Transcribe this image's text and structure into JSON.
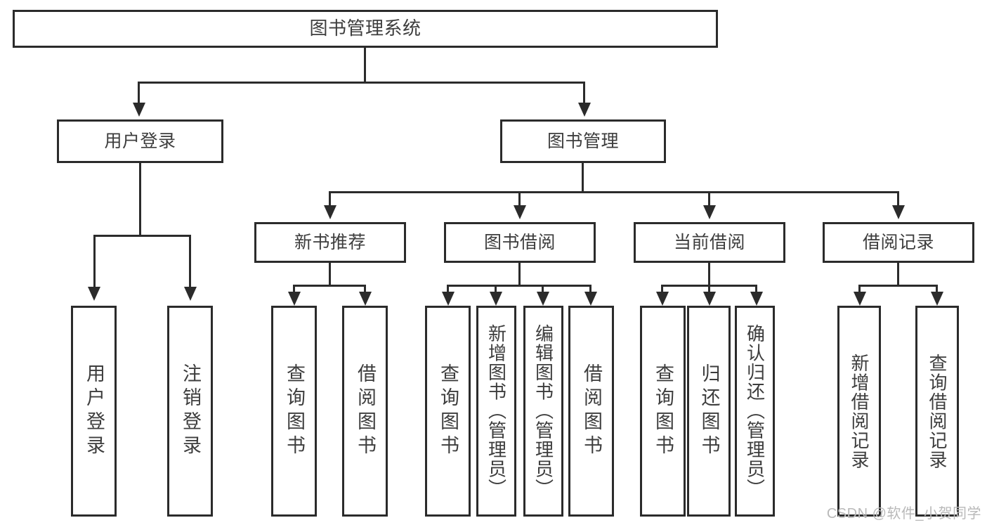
{
  "diagram": {
    "title": "图书管理系统",
    "type": "tree-hierarchy",
    "root": {
      "label": "图书管理系统"
    },
    "level2": [
      {
        "label": "用户登录"
      },
      {
        "label": "图书管理"
      }
    ],
    "level3": [
      {
        "label": "新书推荐"
      },
      {
        "label": "图书借阅"
      },
      {
        "label": "当前借阅"
      },
      {
        "label": "借阅记录"
      }
    ],
    "leaves": {
      "user_login": [
        {
          "label": "用户登录"
        },
        {
          "label": "注销登录"
        }
      ],
      "new_book_recommend": [
        {
          "label": "查询图书"
        },
        {
          "label": "借阅图书"
        }
      ],
      "book_borrow": [
        {
          "label": "查询图书"
        },
        {
          "label": "新增图书（管理员）"
        },
        {
          "label": "编辑图书（管理员）"
        },
        {
          "label": "借阅图书"
        }
      ],
      "current_borrow": [
        {
          "label": "查询图书"
        },
        {
          "label": "归还图书"
        },
        {
          "label": "确认归还（管理员）"
        }
      ],
      "borrow_record": [
        {
          "label": "新增借阅记录"
        },
        {
          "label": "查询借阅记录"
        }
      ]
    }
  },
  "watermark": {
    "text": "CSDN @软件_小贺同学"
  },
  "colors": {
    "stroke": "#2b2b2b",
    "text": "#3d3d3d",
    "background": "#ffffff",
    "watermark": "#b9b9b9"
  }
}
